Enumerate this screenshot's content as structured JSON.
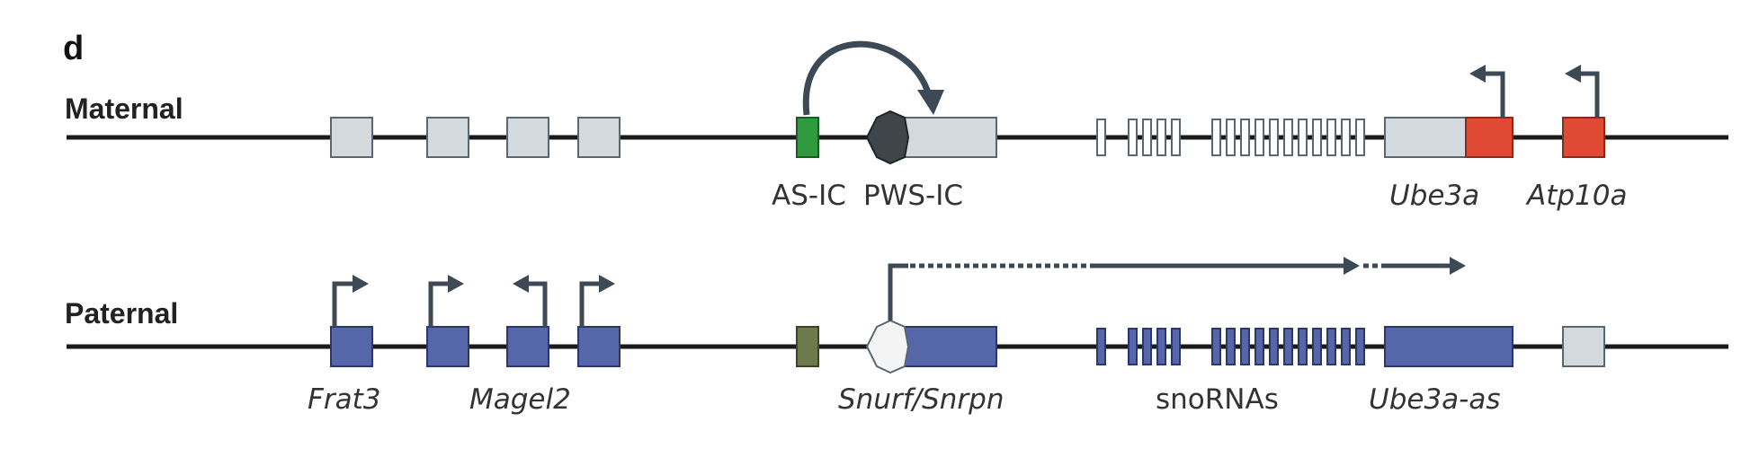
{
  "panel_label": "d",
  "rows": {
    "maternal": {
      "label": "Maternal"
    },
    "paternal": {
      "label": "Paternal"
    }
  },
  "labels": {
    "as_ic": "AS-IC",
    "pws_ic": "PWS-IC",
    "ube3a": "Ube3a",
    "atp10a": "Atp10a",
    "frat3": "Frat3",
    "magel2": "Magel2",
    "snurf_snrpn": "Snurf/Snrpn",
    "snornas": "snoRNAs",
    "ube3a_as": "Ube3a-as"
  },
  "colors": {
    "line": "#1a1a1a",
    "arrow": "#3d4a55",
    "grey_box": "#d4d9de",
    "grey_stroke": "#5a6670",
    "blue_box": "#5567a8",
    "blue_stroke": "#2b3570",
    "red_box": "#e04a35",
    "green_as_ic_maternal": "#2f9a3e",
    "olive_as_ic_paternal": "#6e7a4e",
    "pws_ic_maternal": "#3e464c",
    "pws_ic_paternal": "#f4f4f4"
  }
}
